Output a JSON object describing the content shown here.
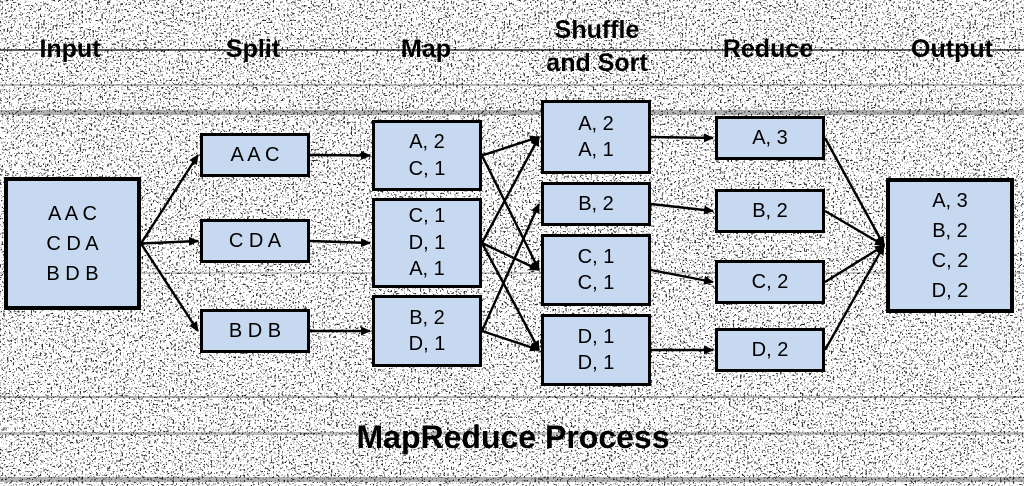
{
  "diagram": {
    "title": "MapReduce Process",
    "headers": {
      "input": "Input",
      "split": "Split",
      "map": "Map",
      "shuffle": "Shuffle and Sort",
      "reduce": "Reduce",
      "output": "Output"
    },
    "nodes": {
      "input": {
        "lines": [
          "A A C",
          "C D A",
          "B D B"
        ]
      },
      "split1": {
        "lines": [
          "A A C"
        ]
      },
      "split2": {
        "lines": [
          "C D A"
        ]
      },
      "split3": {
        "lines": [
          "B D B"
        ]
      },
      "map1": {
        "lines": [
          "A, 2",
          "C, 1"
        ]
      },
      "map2": {
        "lines": [
          "C, 1",
          "D, 1",
          "A, 1"
        ]
      },
      "map3": {
        "lines": [
          "B, 2",
          "D, 1"
        ]
      },
      "shuffle1": {
        "lines": [
          "A, 2",
          "A, 1"
        ]
      },
      "shuffle2": {
        "lines": [
          "B, 2"
        ]
      },
      "shuffle3": {
        "lines": [
          "C, 1",
          "C, 1"
        ]
      },
      "shuffle4": {
        "lines": [
          "D, 1",
          "D, 1"
        ]
      },
      "reduce1": {
        "lines": [
          "A, 3"
        ]
      },
      "reduce2": {
        "lines": [
          "B, 2"
        ]
      },
      "reduce3": {
        "lines": [
          "C, 2"
        ]
      },
      "reduce4": {
        "lines": [
          "D, 2"
        ]
      },
      "output": {
        "lines": [
          "A, 3",
          "B, 2",
          "C, 2",
          "D, 2"
        ]
      }
    },
    "edges": [
      {
        "from": "input",
        "to": "split1"
      },
      {
        "from": "input",
        "to": "split2"
      },
      {
        "from": "input",
        "to": "split3"
      },
      {
        "from": "split1",
        "to": "map1"
      },
      {
        "from": "split2",
        "to": "map2"
      },
      {
        "from": "split3",
        "to": "map3"
      },
      {
        "from": "map1",
        "to": "shuffle1"
      },
      {
        "from": "map1",
        "to": "shuffle3"
      },
      {
        "from": "map2",
        "to": "shuffle1"
      },
      {
        "from": "map2",
        "to": "shuffle3"
      },
      {
        "from": "map2",
        "to": "shuffle4"
      },
      {
        "from": "map3",
        "to": "shuffle2"
      },
      {
        "from": "map3",
        "to": "shuffle4"
      },
      {
        "from": "shuffle1",
        "to": "reduce1"
      },
      {
        "from": "shuffle2",
        "to": "reduce2"
      },
      {
        "from": "shuffle3",
        "to": "reduce3"
      },
      {
        "from": "shuffle4",
        "to": "reduce4"
      },
      {
        "from": "reduce1",
        "to": "output"
      },
      {
        "from": "reduce2",
        "to": "output"
      },
      {
        "from": "reduce3",
        "to": "output"
      },
      {
        "from": "reduce4",
        "to": "output"
      }
    ],
    "colors": {
      "box_fill": "#c6d9f0",
      "box_border": "#000000",
      "arrow": "#000000",
      "text": "#000000",
      "background": "#ffffff"
    }
  }
}
